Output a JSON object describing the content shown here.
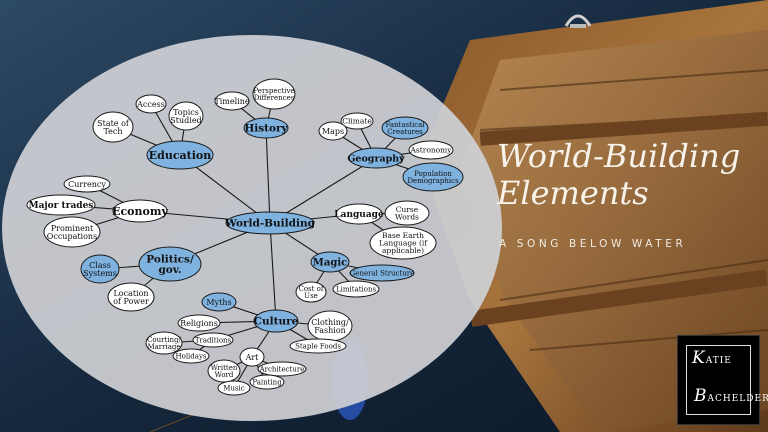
{
  "title": "World-Building Elements",
  "subtitle": "A SONG BELOW WATER",
  "logo": {
    "first": "KATIE",
    "last": "BACHELDER"
  },
  "colors": {
    "blue_node": "#7fb2df",
    "white_node": "#ffffff",
    "oval": "#cfd0d4"
  },
  "nodes": [
    {
      "id": "center",
      "label": "World-Building",
      "style": "blue",
      "size": "lg"
    },
    {
      "id": "education",
      "label": "Education",
      "style": "blue",
      "size": "lg"
    },
    {
      "id": "history",
      "label": "History",
      "style": "blue",
      "size": "lg"
    },
    {
      "id": "geography",
      "label": "Geography",
      "style": "blue",
      "size": "md"
    },
    {
      "id": "economy",
      "label": "Economy",
      "style": "white",
      "size": "lg"
    },
    {
      "id": "politics",
      "label": "Politics/ gov.",
      "style": "blue",
      "size": "lg"
    },
    {
      "id": "language",
      "label": "Language",
      "style": "white",
      "size": "md"
    },
    {
      "id": "magic",
      "label": "Magic",
      "style": "blue",
      "size": "md"
    },
    {
      "id": "culture",
      "label": "Culture",
      "style": "blue",
      "size": "lg"
    },
    {
      "id": "state_tech",
      "label": "State of Tech",
      "style": "white",
      "size": "sm"
    },
    {
      "id": "access",
      "label": "Access",
      "style": "white",
      "size": "sm"
    },
    {
      "id": "topics",
      "label": "Topics Studied",
      "style": "white",
      "size": "sm"
    },
    {
      "id": "timeline",
      "label": "Timeline",
      "style": "white",
      "size": "sm"
    },
    {
      "id": "perspective",
      "label": "Perspective Differences",
      "style": "white",
      "size": "xs"
    },
    {
      "id": "climate",
      "label": "Climate",
      "style": "white",
      "size": "sm"
    },
    {
      "id": "maps",
      "label": "Maps",
      "style": "white",
      "size": "sm"
    },
    {
      "id": "fantastical",
      "label": "Fantastical Creatures",
      "style": "blue",
      "size": "xs"
    },
    {
      "id": "astronomy",
      "label": "Astronomy",
      "style": "white",
      "size": "sm"
    },
    {
      "id": "population",
      "label": "Population Demographics",
      "style": "blue",
      "size": "xs"
    },
    {
      "id": "currency",
      "label": "Currency",
      "style": "white",
      "size": "sm"
    },
    {
      "id": "major_trades",
      "label": "Major trades",
      "style": "white",
      "size": "md"
    },
    {
      "id": "prominent",
      "label": "Prominent Occupations",
      "style": "white",
      "size": "sm"
    },
    {
      "id": "curse",
      "label": "Curse Words",
      "style": "white",
      "size": "sm"
    },
    {
      "id": "base_earth",
      "label": "Base Earth Language (if applicable)",
      "style": "white",
      "size": "sm"
    },
    {
      "id": "class",
      "label": "Class Systems",
      "style": "blue",
      "size": "sm"
    },
    {
      "id": "location",
      "label": "Location of Power",
      "style": "white",
      "size": "sm"
    },
    {
      "id": "general",
      "label": "General Structure",
      "style": "blue",
      "size": "xs"
    },
    {
      "id": "cost",
      "label": "Cost of Use",
      "style": "white",
      "size": "xs"
    },
    {
      "id": "limitations",
      "label": "Limitations",
      "style": "white",
      "size": "xs"
    },
    {
      "id": "myths",
      "label": "Myths",
      "style": "blue",
      "size": "sm"
    },
    {
      "id": "religions",
      "label": "Religions",
      "style": "white",
      "size": "sm"
    },
    {
      "id": "clothing",
      "label": "Clothing/ Fashion",
      "style": "white",
      "size": "sm"
    },
    {
      "id": "courting",
      "label": "Courting/ Marriage",
      "style": "white",
      "size": "xs"
    },
    {
      "id": "traditions",
      "label": "Traditions",
      "style": "white",
      "size": "xs"
    },
    {
      "id": "staple",
      "label": "Staple Foods",
      "style": "white",
      "size": "xs"
    },
    {
      "id": "holidays",
      "label": "Holidays",
      "style": "white",
      "size": "xs"
    },
    {
      "id": "art",
      "label": "Art",
      "style": "white",
      "size": "sm"
    },
    {
      "id": "written",
      "label": "Written Word",
      "style": "white",
      "size": "xs"
    },
    {
      "id": "architecture",
      "label": "Architecture",
      "style": "white",
      "size": "xs"
    },
    {
      "id": "painting",
      "label": "Painting",
      "style": "white",
      "size": "xs"
    },
    {
      "id": "music",
      "label": "Music",
      "style": "white",
      "size": "xs"
    }
  ],
  "edges": [
    [
      "center",
      "education"
    ],
    [
      "center",
      "history"
    ],
    [
      "center",
      "geography"
    ],
    [
      "center",
      "economy"
    ],
    [
      "center",
      "politics"
    ],
    [
      "center",
      "language"
    ],
    [
      "center",
      "magic"
    ],
    [
      "center",
      "culture"
    ],
    [
      "education",
      "state_tech"
    ],
    [
      "education",
      "access"
    ],
    [
      "education",
      "topics"
    ],
    [
      "history",
      "timeline"
    ],
    [
      "history",
      "perspective"
    ],
    [
      "geography",
      "climate"
    ],
    [
      "geography",
      "maps"
    ],
    [
      "geography",
      "fantastical"
    ],
    [
      "geography",
      "astronomy"
    ],
    [
      "geography",
      "population"
    ],
    [
      "economy",
      "currency"
    ],
    [
      "economy",
      "major_trades"
    ],
    [
      "economy",
      "prominent"
    ],
    [
      "language",
      "curse"
    ],
    [
      "language",
      "base_earth"
    ],
    [
      "politics",
      "class"
    ],
    [
      "politics",
      "location"
    ],
    [
      "magic",
      "general"
    ],
    [
      "magic",
      "cost"
    ],
    [
      "magic",
      "limitations"
    ],
    [
      "culture",
      "myths"
    ],
    [
      "culture",
      "religions"
    ],
    [
      "culture",
      "clothing"
    ],
    [
      "culture",
      "traditions"
    ],
    [
      "culture",
      "staple"
    ],
    [
      "culture",
      "art"
    ],
    [
      "traditions",
      "courting"
    ],
    [
      "traditions",
      "holidays"
    ],
    [
      "art",
      "written"
    ],
    [
      "art",
      "architecture"
    ],
    [
      "art",
      "painting"
    ],
    [
      "art",
      "music"
    ]
  ]
}
